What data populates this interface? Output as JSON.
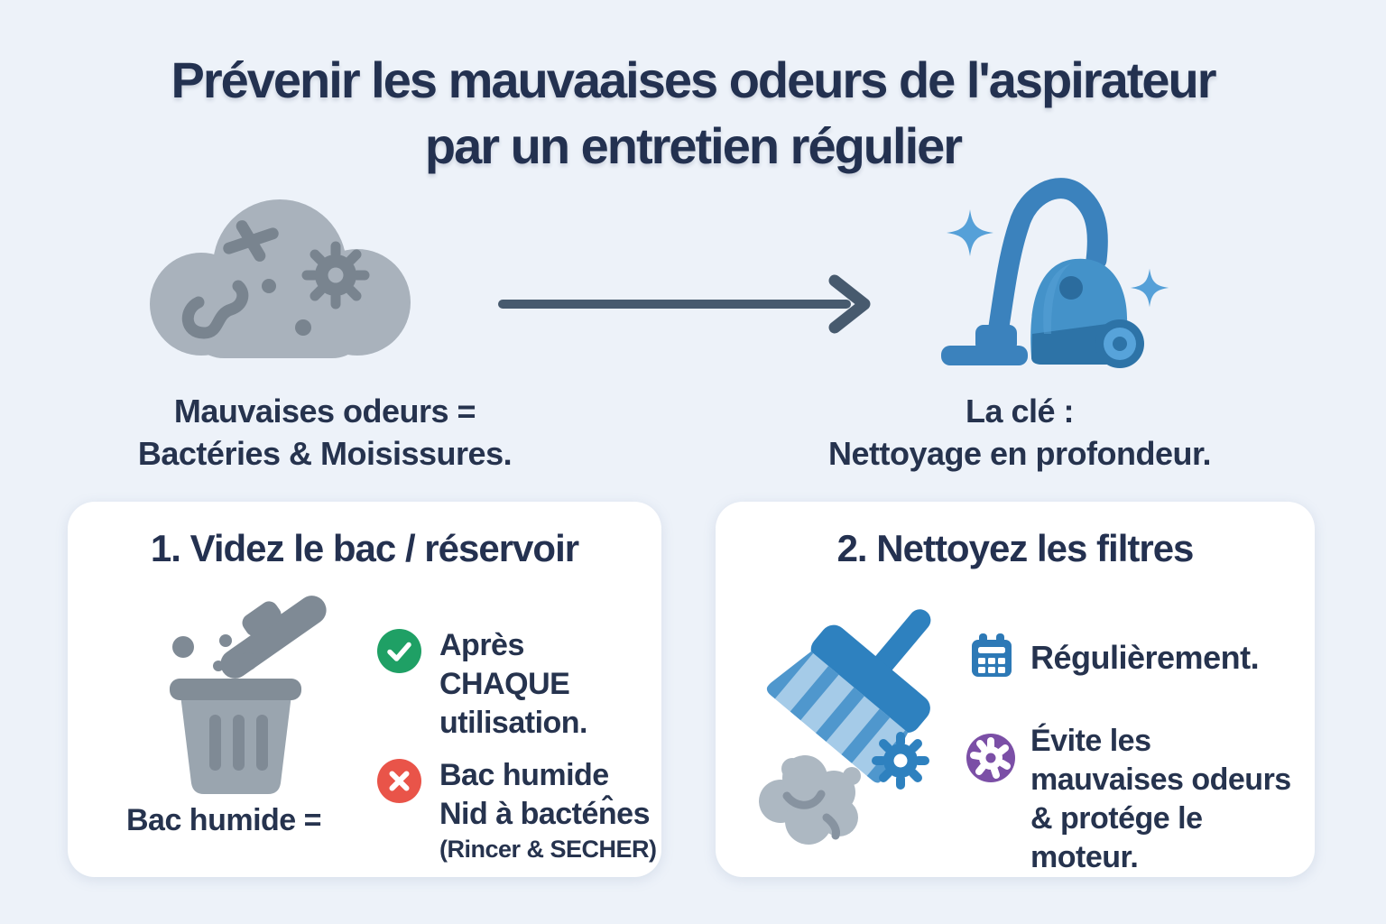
{
  "title": {
    "line1": "Prévenir les mauvaaises odeurs de l'aspirateur",
    "line2": "par un entretien régulier"
  },
  "flow": {
    "cause": {
      "icon": "odor-cloud-icon",
      "line1": "Mauvaises odeurs =",
      "line2": "Bactéries & Moisissures."
    },
    "arrow": {
      "icon": "arrow-right-icon"
    },
    "solution": {
      "icon": "vacuum-icon",
      "line1": "La clé :",
      "line2": "Nettoyage en profondeur."
    }
  },
  "cards": {
    "empty_bin": {
      "title": "1. Videz le bac / réservoir",
      "caption": "Bac humide =",
      "do": {
        "marker": "check-icon",
        "line1": "Après",
        "line2": "CHAQUE",
        "line3": "utilisation."
      },
      "dont": {
        "marker": "cross-icon",
        "line1": "Bac humide",
        "line2": "Nid à bactén̂es",
        "note": "(Rincer & SECHER)"
      }
    },
    "clean_filters": {
      "title": "2. Nettoyez les filtres",
      "frequency": {
        "icon": "calendar-icon",
        "text": "Régulièrement."
      },
      "benefit": {
        "icon": "germ-icon",
        "line1": "Évite les",
        "line2": "mauvaises odeurs",
        "line3": "& protége le moteur."
      }
    }
  },
  "icons": {
    "odor-cloud-icon": "gray cloud with germ shapes",
    "arrow-right-icon": "→",
    "vacuum-icon": "blue canister vacuum",
    "sparkle-icon": "✦",
    "trash-can-icon": "bin being emptied with lid and debris",
    "check-icon": "✓",
    "cross-icon": "✕",
    "brush-icon": "blue cleaning brush",
    "dust-blob-icon": "gray dust clump",
    "gear-icon": "⚙",
    "calendar-icon": "calendar grid",
    "germ-icon": "germ in purple circle"
  },
  "colors": {
    "background": "#edf2f9",
    "card_background": "#ffffff",
    "heading_text": "#233150",
    "body_text": "#26334e",
    "primary_blue": "#3b82bd",
    "body_blue": "#4492c9",
    "dark_blue": "#2d73a7",
    "light_blue": "#a5cbe8",
    "sparkle_blue": "#55a0d8",
    "cloud_gray": "#a9b2bc",
    "detail_gray": "#79848f",
    "trash_gray": "#9aa5af",
    "arrow_slate": "#475a6e",
    "success_green": "#1fa065",
    "error_red": "#e95449",
    "calendar_blue": "#2d79b6",
    "germ_purple": "#7b4fa6"
  }
}
